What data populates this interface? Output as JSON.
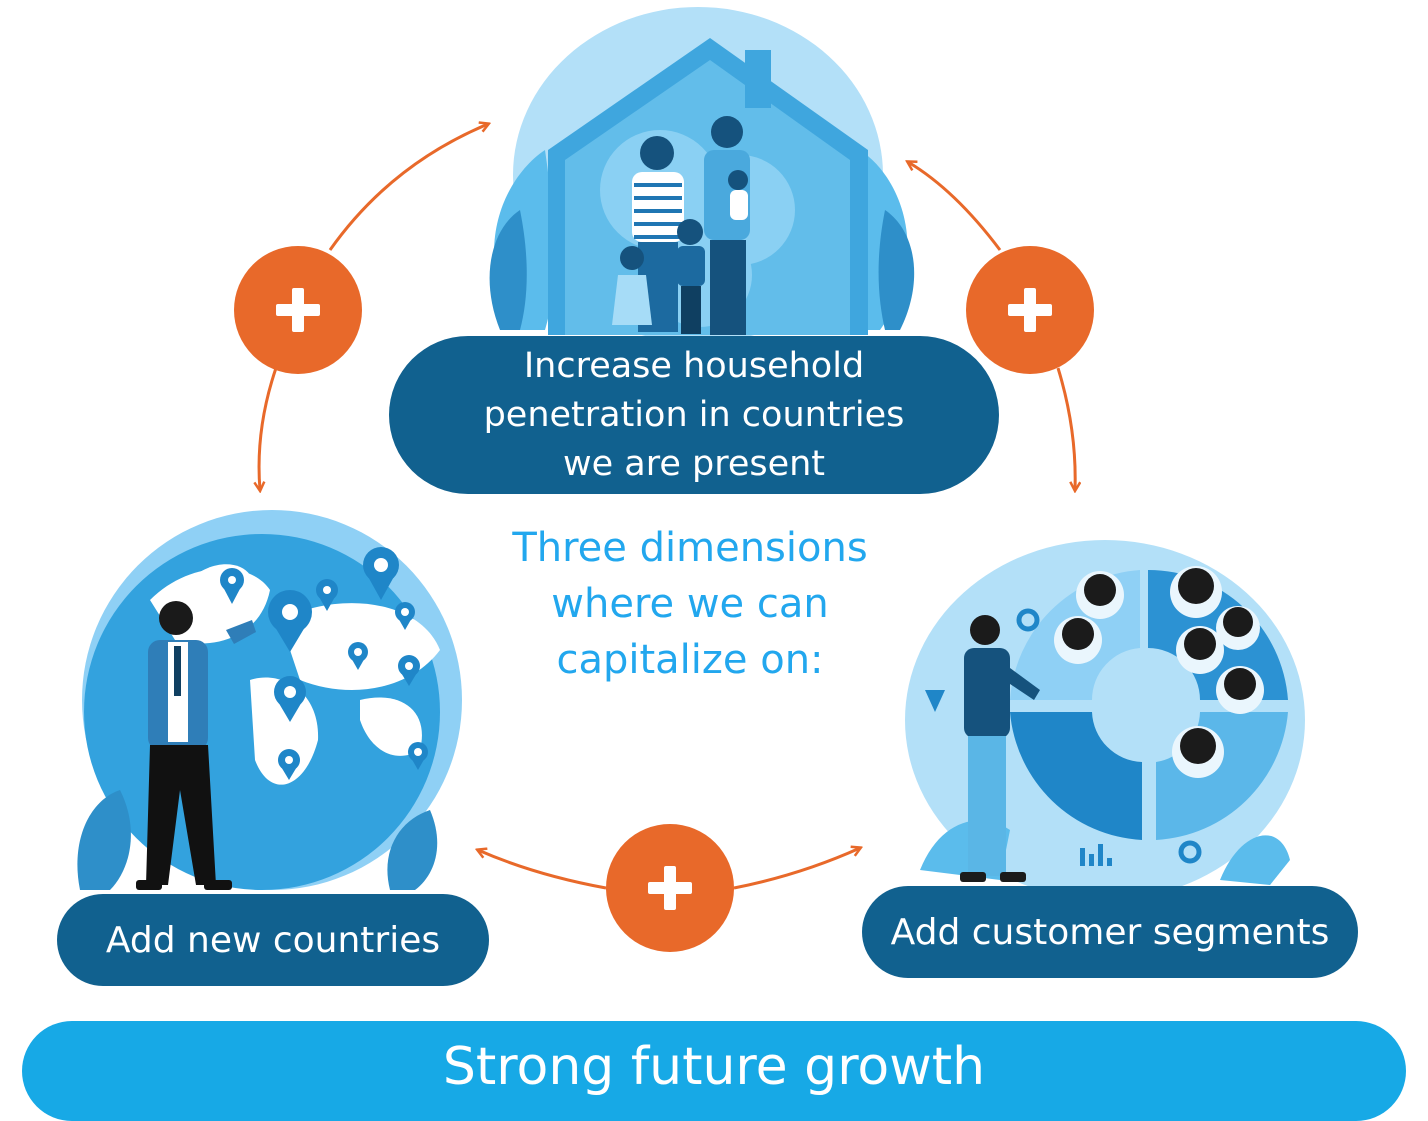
{
  "colors": {
    "dark_blue": "#11618f",
    "light_blue": "#17a9e6",
    "sky": "#8fd0f5",
    "orange": "#e8692a",
    "text_blue": "#22a7ee"
  },
  "top_dimension": {
    "lines": [
      "Increase household",
      "penetration in countries",
      "we are present"
    ]
  },
  "left_dimension": {
    "label": "Add new countries"
  },
  "right_dimension": {
    "label": "Add customer segments"
  },
  "center": {
    "lines": [
      "Three dimensions",
      "where we can",
      "capitalize on:"
    ]
  },
  "footer": {
    "label": "Strong future growth"
  },
  "icons": {
    "plus": "+",
    "illustration_top": "family-house-illustration",
    "illustration_left": "globe-businessman-illustration",
    "illustration_right": "customer-segments-illustration"
  }
}
